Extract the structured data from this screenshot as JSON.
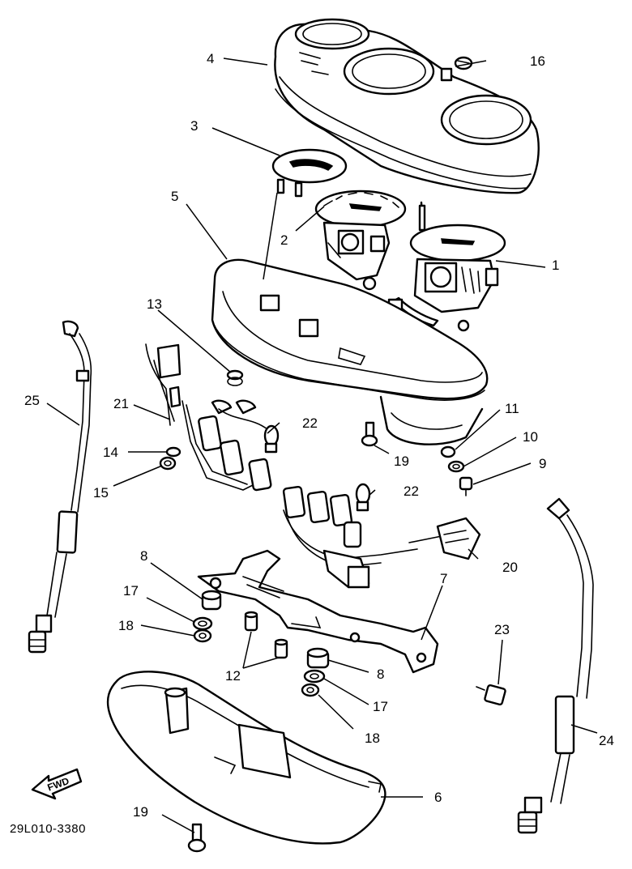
{
  "diagram": {
    "drawing_code": "29L010-3380",
    "direction_marker": "FWD",
    "callouts": [
      {
        "id": "c1",
        "label": "1"
      },
      {
        "id": "c2",
        "label": "2"
      },
      {
        "id": "c3",
        "label": "3"
      },
      {
        "id": "c4",
        "label": "4"
      },
      {
        "id": "c5",
        "label": "5"
      },
      {
        "id": "c6",
        "label": "6"
      },
      {
        "id": "c7",
        "label": "7"
      },
      {
        "id": "c8a",
        "label": "8"
      },
      {
        "id": "c8b",
        "label": "8"
      },
      {
        "id": "c9",
        "label": "9"
      },
      {
        "id": "c10",
        "label": "10"
      },
      {
        "id": "c11",
        "label": "11"
      },
      {
        "id": "c12",
        "label": "12"
      },
      {
        "id": "c13",
        "label": "13"
      },
      {
        "id": "c14",
        "label": "14"
      },
      {
        "id": "c15",
        "label": "15"
      },
      {
        "id": "c16",
        "label": "16"
      },
      {
        "id": "c17a",
        "label": "17"
      },
      {
        "id": "c17b",
        "label": "17"
      },
      {
        "id": "c18a",
        "label": "18"
      },
      {
        "id": "c18b",
        "label": "18"
      },
      {
        "id": "c19a",
        "label": "19"
      },
      {
        "id": "c19b",
        "label": "19"
      },
      {
        "id": "c20",
        "label": "20"
      },
      {
        "id": "c21",
        "label": "21"
      },
      {
        "id": "c22a",
        "label": "22"
      },
      {
        "id": "c22b",
        "label": "22"
      },
      {
        "id": "c23",
        "label": "23"
      },
      {
        "id": "c24",
        "label": "24"
      },
      {
        "id": "c25",
        "label": "25"
      }
    ]
  }
}
